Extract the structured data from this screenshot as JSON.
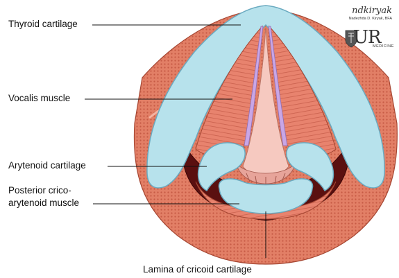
{
  "labels": {
    "thyroid": "Thyroid cartilage",
    "vocalis": "Vocalis muscle",
    "arytenoid": "Arytenoid cartilage",
    "posterior_line1": "Posterior crico-",
    "posterior_line2": "arytenoid muscle",
    "lamina": "Lamina of cricoid cartilage"
  },
  "signature": {
    "script": "ndkiryak",
    "name": "Nadezhda D. Kiryak, BFA"
  },
  "logo": {
    "text": "UR",
    "subtext": "MEDICINE"
  },
  "colors": {
    "cartilage": "#b7e2ec",
    "cartilage_edge": "#6aaac0",
    "muscle": "#e8836e",
    "muscle_light": "#f0a592",
    "fiber": "#c9604d",
    "outer_muscle": "#e07a60",
    "cavity": "#5a1010",
    "ligament": "#c9a6e6",
    "mucosa": "#f6c9c0"
  }
}
